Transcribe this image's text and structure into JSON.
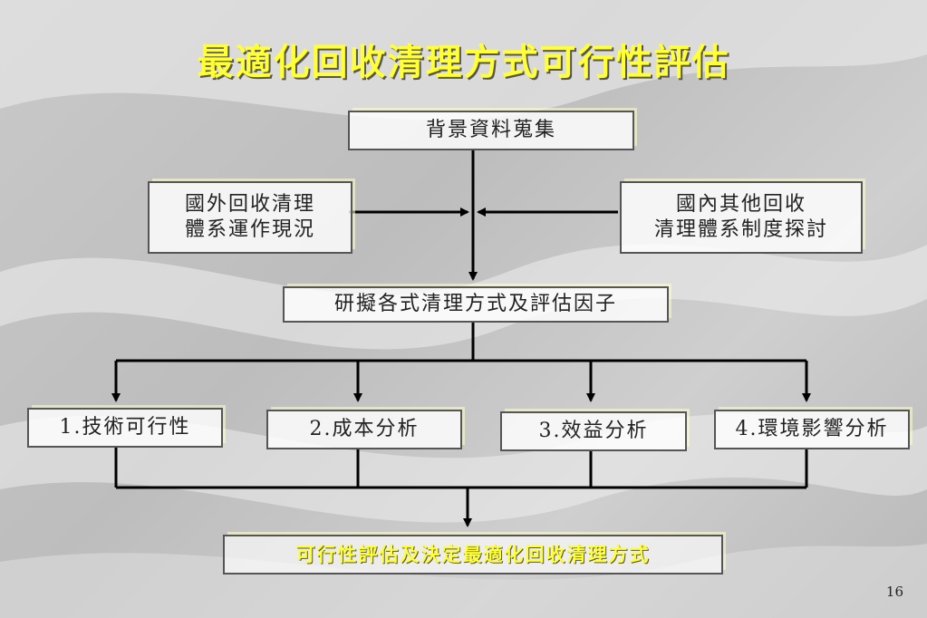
{
  "title": "最適化回收清理方式可行性評估",
  "nodes": {
    "background": "背景資料蒐集",
    "foreign_line1": "國外回收清理",
    "foreign_line2": "體系運作現況",
    "domestic_line1": "國內其他回收",
    "domestic_line2": "清理體系制度探討",
    "methods": "研擬各式清理方式及評估因子",
    "tech": "1.技術可行性",
    "cost": "2.成本分析",
    "benefit": "3.效益分析",
    "env": "4.環境影響分析",
    "final": "可行性評估及決定最適化回收清理方式"
  },
  "page_number": "16",
  "colors": {
    "title": "#ffff33",
    "line": "#000000",
    "box_border": "#555555"
  }
}
